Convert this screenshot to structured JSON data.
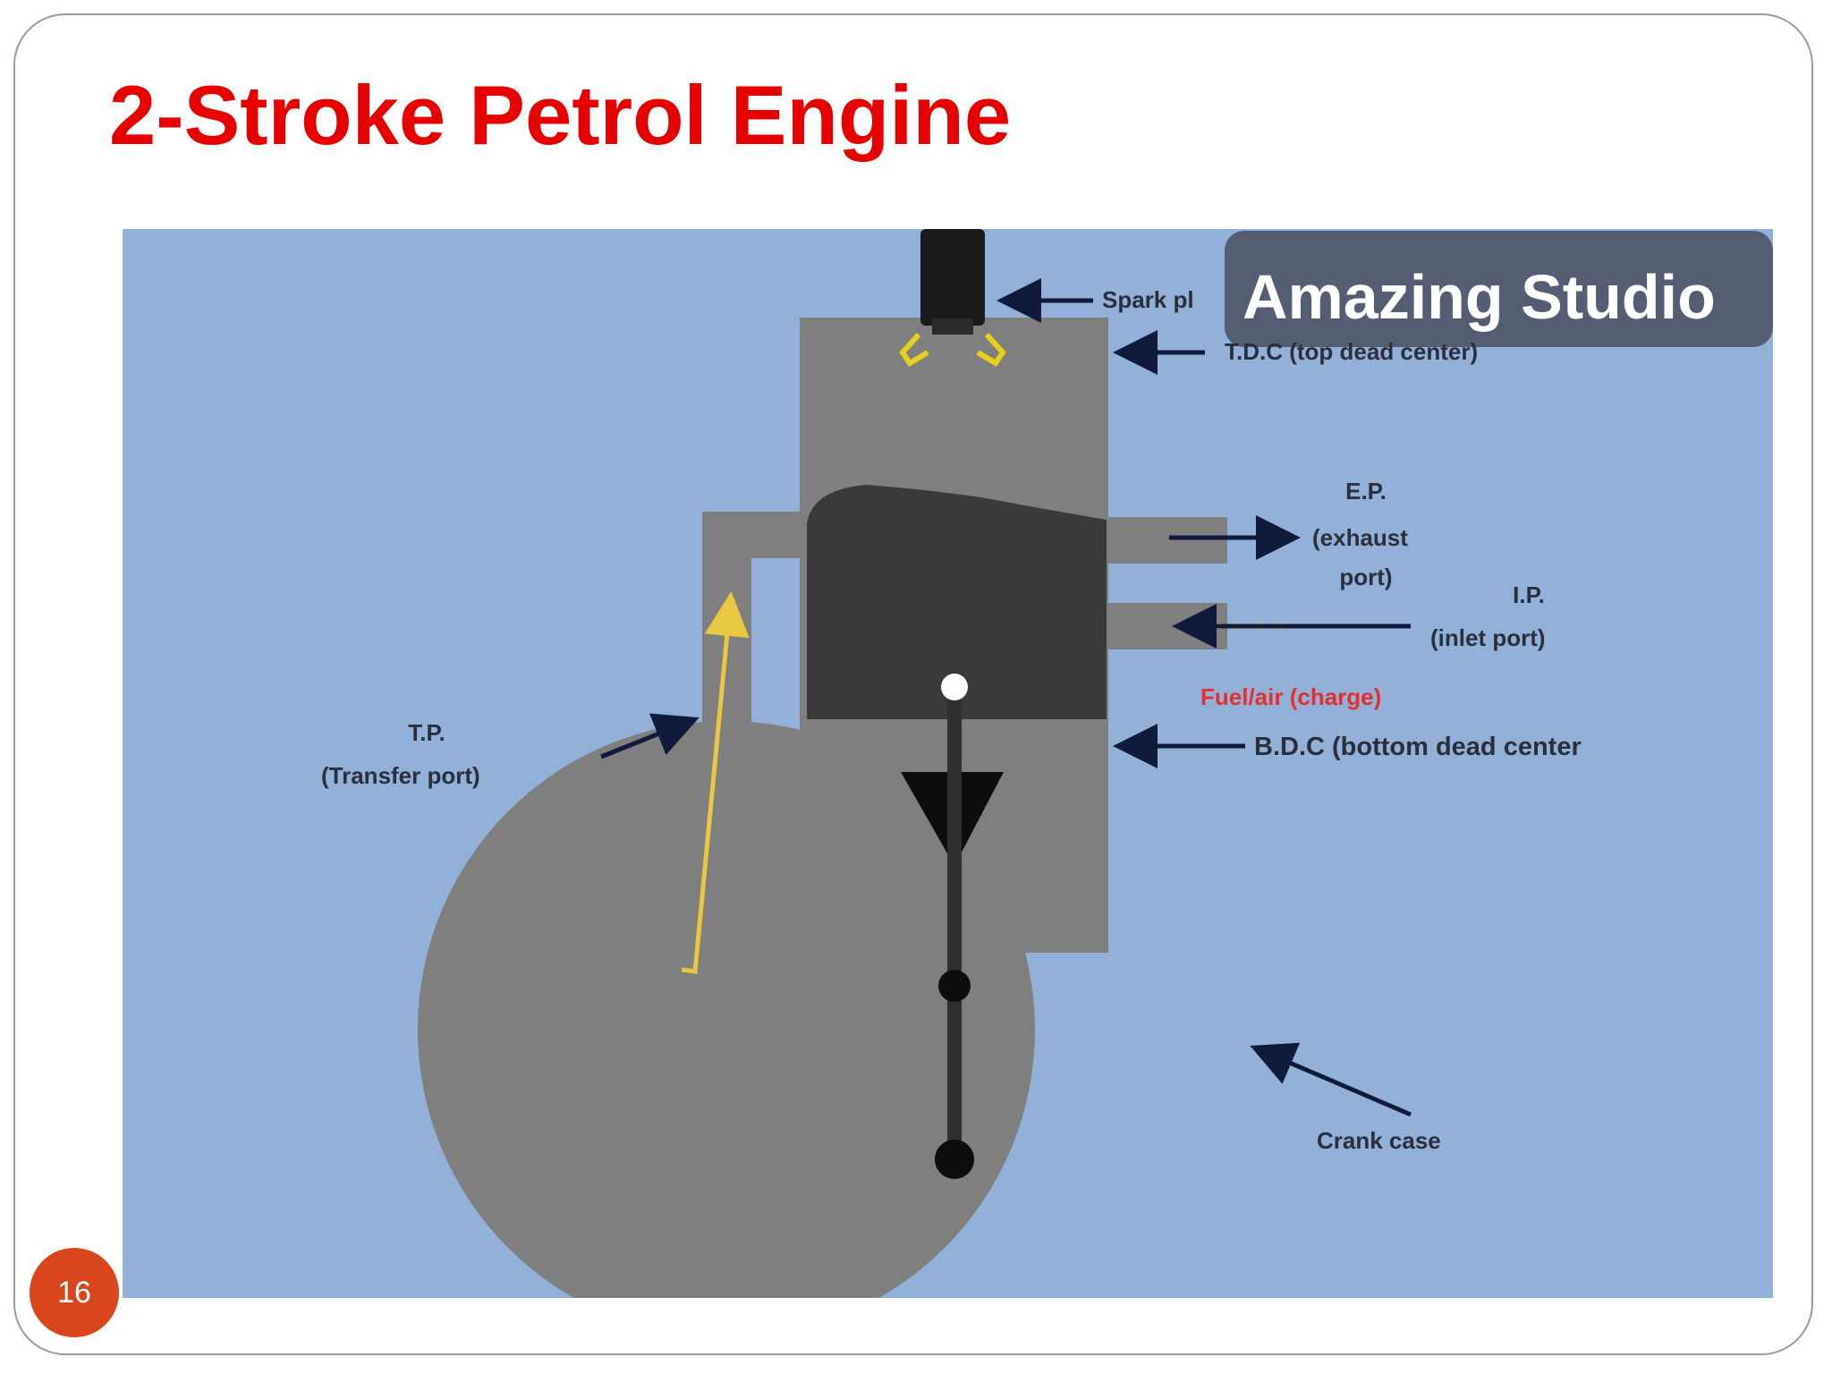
{
  "slide": {
    "title": "2-Stroke Petrol Engine",
    "page_number": "16"
  },
  "diagram": {
    "watermark": "Amazing Studio",
    "labels": {
      "spark_plug": "Spark pl",
      "tdc": "T.D.C (top dead center)",
      "ep_abbr": "E.P.",
      "ep_line1": "(exhaust",
      "ep_line2": "port)",
      "ip_abbr": "I.P.",
      "ip_name": "(inlet port)",
      "fuel_charge": "Fuel/air (charge)",
      "bdc": "B.D.C (bottom dead center",
      "tp_abbr": "T.P.",
      "tp_name": "(Transfer port)",
      "crank_case": "Crank case"
    }
  },
  "colors": {
    "title": "#e60000",
    "background": "#93b1d8",
    "engine_body": "#7f7f7f",
    "piston": "#3a3a3a",
    "flow_arrow": "#e8c840",
    "label_fuel": "#e03030",
    "page_badge": "#d9451c"
  }
}
